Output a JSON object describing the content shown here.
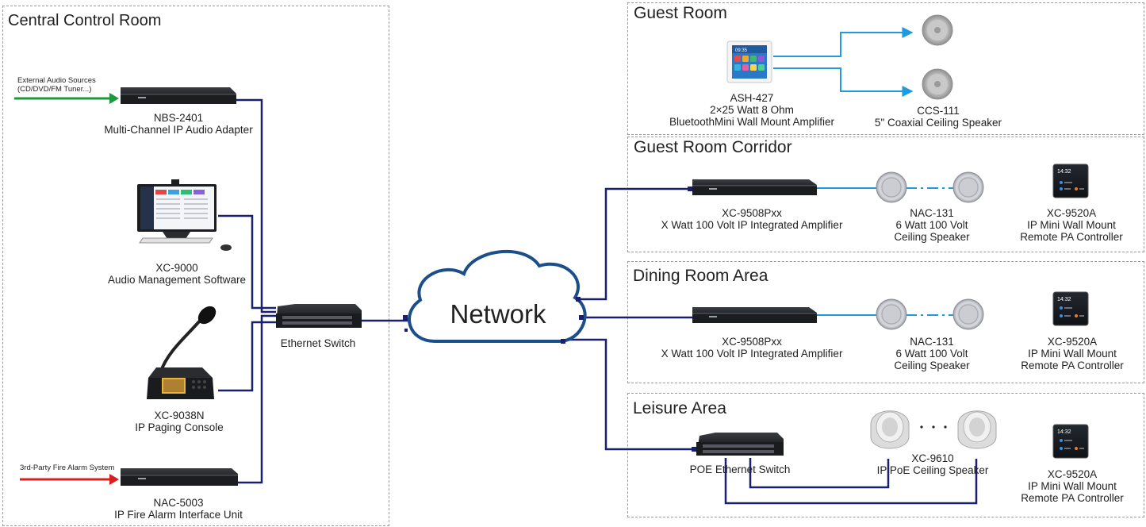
{
  "zones": {
    "central": "Central Control Room",
    "guest_room": "Guest Room",
    "corridor": "Guest Room Corridor",
    "dining": "Dining Room Area",
    "leisure": "Leisure Area"
  },
  "network": "Network",
  "central": {
    "ext_audio": [
      "External Audio Sources",
      "(CD/DVD/FM Tuner...)"
    ],
    "nbs": {
      "model": "NBS-2401",
      "desc": "Multi-Channel IP Audio Adapter"
    },
    "software": {
      "model": "XC-9000",
      "desc": "Audio Management Software"
    },
    "console": {
      "model": "XC-9038N",
      "desc": "IP Paging Console"
    },
    "fire_src": "3rd-Party Fire Alarm System",
    "nac5003": {
      "model": "NAC-5003",
      "desc": "IP Fire Alarm Interface Unit"
    },
    "switch": "Ethernet Switch"
  },
  "guest_room": {
    "amp": {
      "model": "ASH-427",
      "line2": "2×25 Watt 8 Ohm",
      "line3": "BluetoothMini Wall Mount Amplifier",
      "screen_time": "09:35"
    },
    "speaker": {
      "model": "CCS-111",
      "desc": "5\" Coaxial Ceiling Speaker"
    }
  },
  "corridor": {
    "amp": {
      "model": "XC-9508Pxx",
      "desc": "X Watt 100 Volt IP Integrated Amplifier"
    },
    "speaker": {
      "model": "NAC-131",
      "line2": "6 Watt 100 Volt",
      "line3": "Ceiling Speaker"
    },
    "controller": {
      "model": "XC-9520A",
      "line2": "IP Mini Wall Mount",
      "line3": "Remote PA Controller",
      "screen_time": "14:32"
    }
  },
  "dining": {
    "amp": {
      "model": "XC-9508Pxx",
      "desc": "X Watt 100 Volt IP Integrated Amplifier"
    },
    "speaker": {
      "model": "NAC-131",
      "line2": "6 Watt 100 Volt",
      "line3": "Ceiling Speaker"
    },
    "controller": {
      "model": "XC-9520A",
      "line2": "IP Mini Wall Mount",
      "line3": "Remote PA Controller",
      "screen_time": "14:32"
    }
  },
  "leisure": {
    "switch": "POE Ethernet Switch",
    "speaker": {
      "model": "XC-9610",
      "desc": "IP PoE Ceiling Speaker"
    },
    "controller": {
      "model": "XC-9520A",
      "line2": "IP Mini Wall Mount",
      "line3": "Remote PA Controller",
      "screen_time": "14:32"
    }
  },
  "colors": {
    "network_line": "#1a1f6e",
    "audio_line": "#1e9be0",
    "cloud_outline": "#1c4f8a",
    "arrow_green": "#1a9a3a",
    "arrow_red": "#d81e1e"
  }
}
